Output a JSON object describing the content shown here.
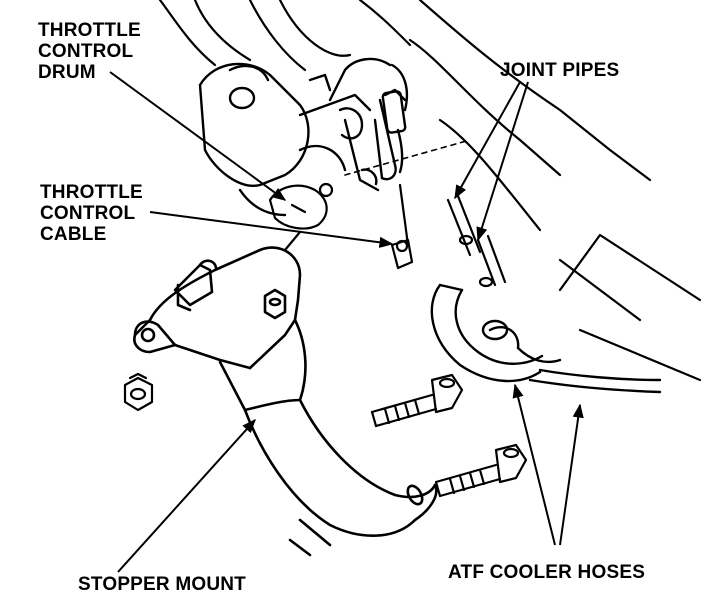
{
  "labels": {
    "throttle_control_drum": [
      "THROTTLE",
      "CONTROL",
      "DRUM"
    ],
    "throttle_control_cable": [
      "THROTTLE",
      "CONTROL",
      "CABLE"
    ],
    "joint_pipes": "JOINT PIPES",
    "stopper_mount": "STOPPER MOUNT",
    "atf_cooler_hoses": "ATF COOLER HOSES"
  },
  "colors": {
    "ink": "#000000",
    "paper": "#ffffff"
  }
}
